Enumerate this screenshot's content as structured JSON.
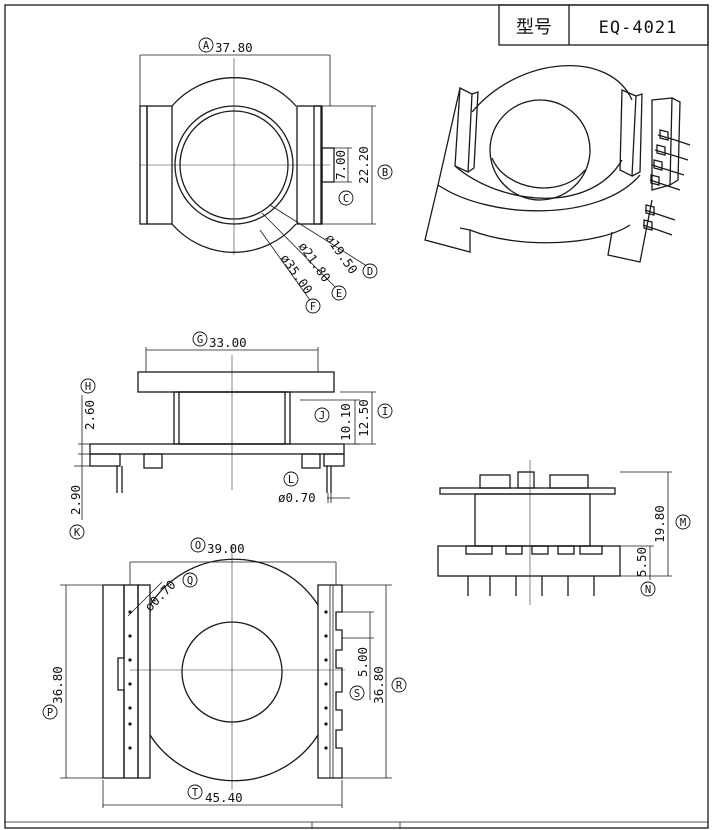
{
  "title_block": {
    "label": "型号",
    "model": "EQ-4021"
  },
  "dimensions": [
    {
      "letter": "A",
      "value": "37.80"
    },
    {
      "letter": "B",
      "value": "22.20"
    },
    {
      "letter": "C",
      "value": "7.00"
    },
    {
      "letter": "D",
      "value": "ø19.50"
    },
    {
      "letter": "E",
      "value": "ø21.80"
    },
    {
      "letter": "F",
      "value": "ø35.00"
    },
    {
      "letter": "G",
      "value": "33.00"
    },
    {
      "letter": "H",
      "value": "2.60"
    },
    {
      "letter": "I",
      "value": "12.50"
    },
    {
      "letter": "J",
      "value": "10.10"
    },
    {
      "letter": "K",
      "value": "2.90"
    },
    {
      "letter": "L",
      "value": "ø0.70"
    },
    {
      "letter": "M",
      "value": "19.80"
    },
    {
      "letter": "N",
      "value": "5.50"
    },
    {
      "letter": "O",
      "value": "39.00"
    },
    {
      "letter": "P",
      "value": "36.80"
    },
    {
      "letter": "Q",
      "value": "ø0.70"
    },
    {
      "letter": "R",
      "value": "36.80"
    },
    {
      "letter": "S",
      "value": "5.00"
    },
    {
      "letter": "T",
      "value": "45.40"
    }
  ]
}
